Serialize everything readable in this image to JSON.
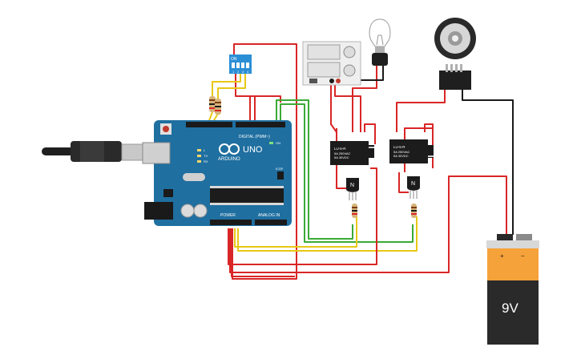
{
  "arduino": {
    "brand": "ARDUINO",
    "model": "UNO",
    "digital_header": "DIGITAL (PWM~)",
    "power_header": "POWER",
    "analog_header": "ANALOG IN",
    "tx_label": "TX",
    "rx_label": "RX",
    "l_label": "L",
    "on_label": "ON",
    "icsp_label": "ICSP"
  },
  "dip_switch": {
    "on_label": "ON",
    "pin_labels": [
      "1",
      "2",
      "3",
      "4"
    ]
  },
  "relay_left": {
    "text_lines": [
      "LU-5-R",
      "5A 250VAC",
      "5A 30VDC"
    ]
  },
  "relay_right": {
    "text_lines": [
      "LU-5-R",
      "5A 250VAC",
      "5A 30VDC"
    ]
  },
  "transistor_left": {
    "label": "N"
  },
  "transistor_right": {
    "label": "N"
  },
  "battery": {
    "label": "9V",
    "plus_label": "+",
    "minus_label": "−"
  },
  "colors": {
    "wire_red": "#d92626",
    "wire_yellow": "#e8c817",
    "wire_green": "#3aaa35",
    "wire_black": "#1a1a1a",
    "board": "#1f6fa0",
    "dip_body": "#2b8fd6",
    "battery_body": "#f6a23a",
    "battery_bottom": "#2a2a2a"
  }
}
